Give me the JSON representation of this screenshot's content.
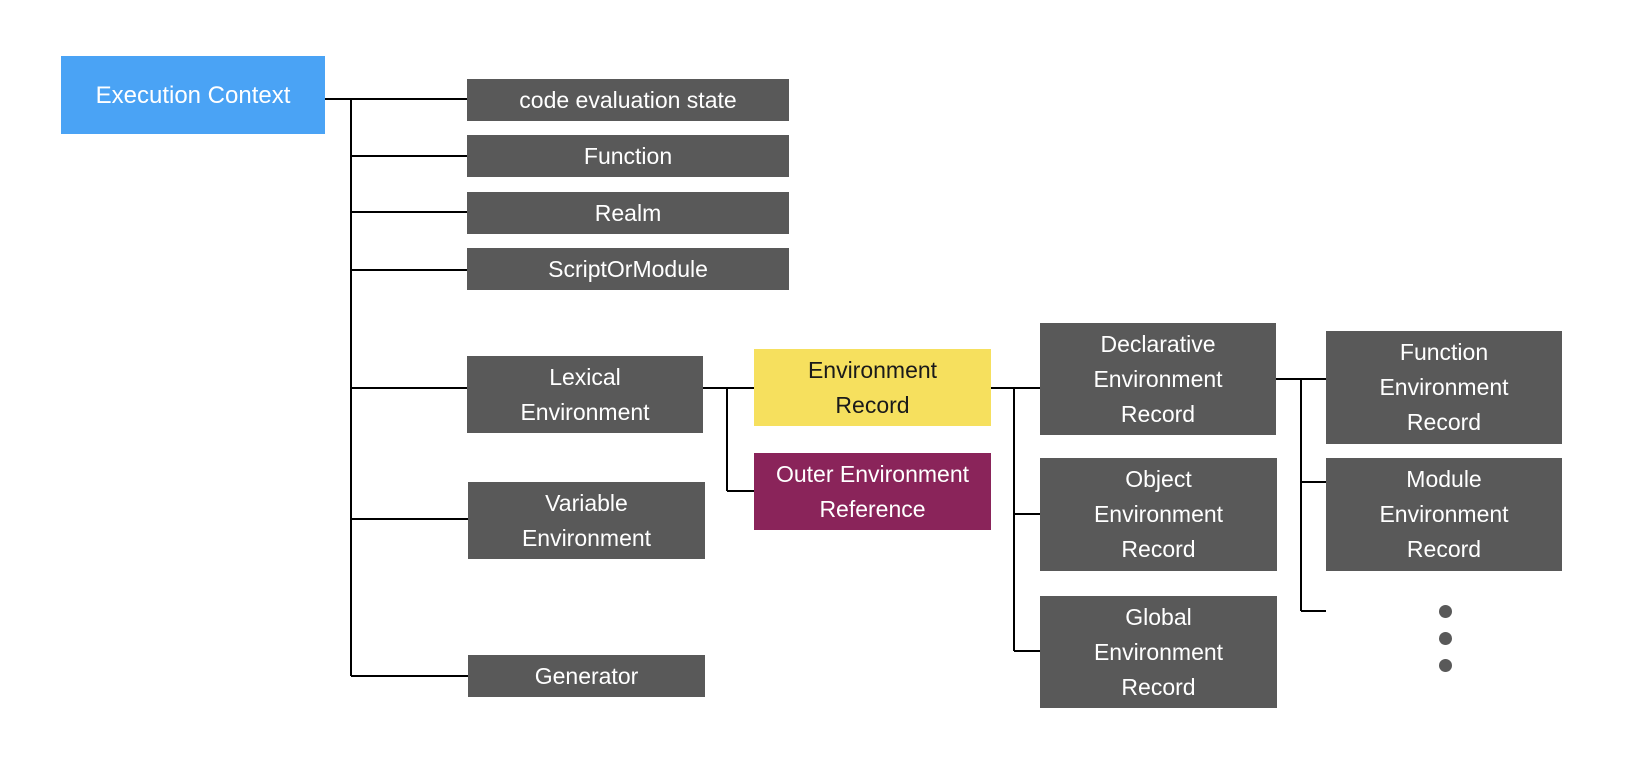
{
  "nodes": {
    "execution_context": "Execution Context",
    "code_evaluation_state": "code evaluation state",
    "function": "Function",
    "realm": "Realm",
    "script_or_module": "ScriptOrModule",
    "lexical_environment": "Lexical\nEnvironment",
    "variable_environment": "Variable\nEnvironment",
    "generator": "Generator",
    "environment_record": "Environment\nRecord",
    "outer_environment_reference": "Outer Environment\nReference",
    "declarative_environment_record": "Declarative\nEnvironment\nRecord",
    "object_environment_record": "Object\nEnvironment\nRecord",
    "global_environment_record": "Global\nEnvironment\nRecord",
    "function_environment_record": "Function\nEnvironment\nRecord",
    "module_environment_record": "Module\nEnvironment\nRecord"
  },
  "colors": {
    "root": "#4aa3f5",
    "default_node": "#595959",
    "environment_record": "#f6e05e",
    "outer_reference": "#8a245a",
    "connector": "#000000"
  }
}
